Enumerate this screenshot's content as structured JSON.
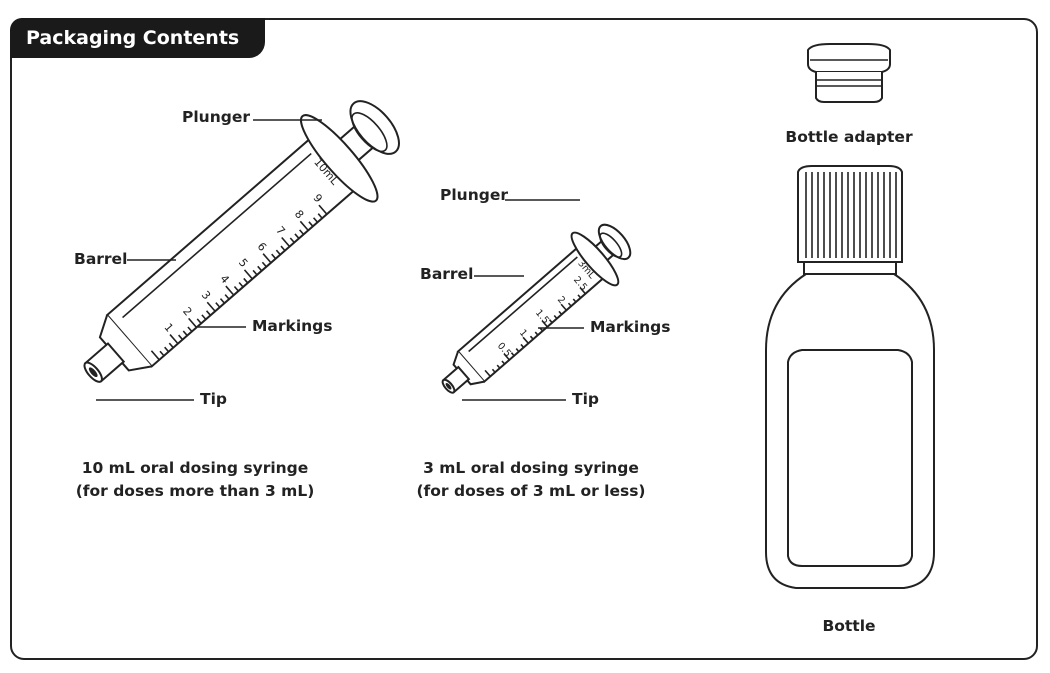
{
  "title": "Packaging Contents",
  "syringe_large": {
    "plunger_label": "Plunger",
    "barrel_label": "Barrel",
    "markings_label": "Markings",
    "tip_label": "Tip",
    "volume_label": "10mL",
    "scale_numbers": [
      "1",
      "2",
      "3",
      "4",
      "5",
      "6",
      "7",
      "8",
      "9"
    ],
    "caption_line1": "10 mL oral dosing syringe",
    "caption_line2": "(for doses more than 3 mL)"
  },
  "syringe_small": {
    "plunger_label": "Plunger",
    "barrel_label": "Barrel",
    "markings_label": "Markings",
    "tip_label": "Tip",
    "volume_label": "3mL",
    "scale_numbers": [
      "0.5",
      "1",
      "1.5",
      "2",
      "2.5"
    ],
    "caption_line1": "3 mL oral dosing syringe",
    "caption_line2": "(for doses of 3 mL or less)"
  },
  "bottle_adapter_label": "Bottle adapter",
  "bottle_label": "Bottle",
  "colors": {
    "ink": "#222222",
    "tab_background": "#1a1a1a",
    "background": "#ffffff"
  }
}
